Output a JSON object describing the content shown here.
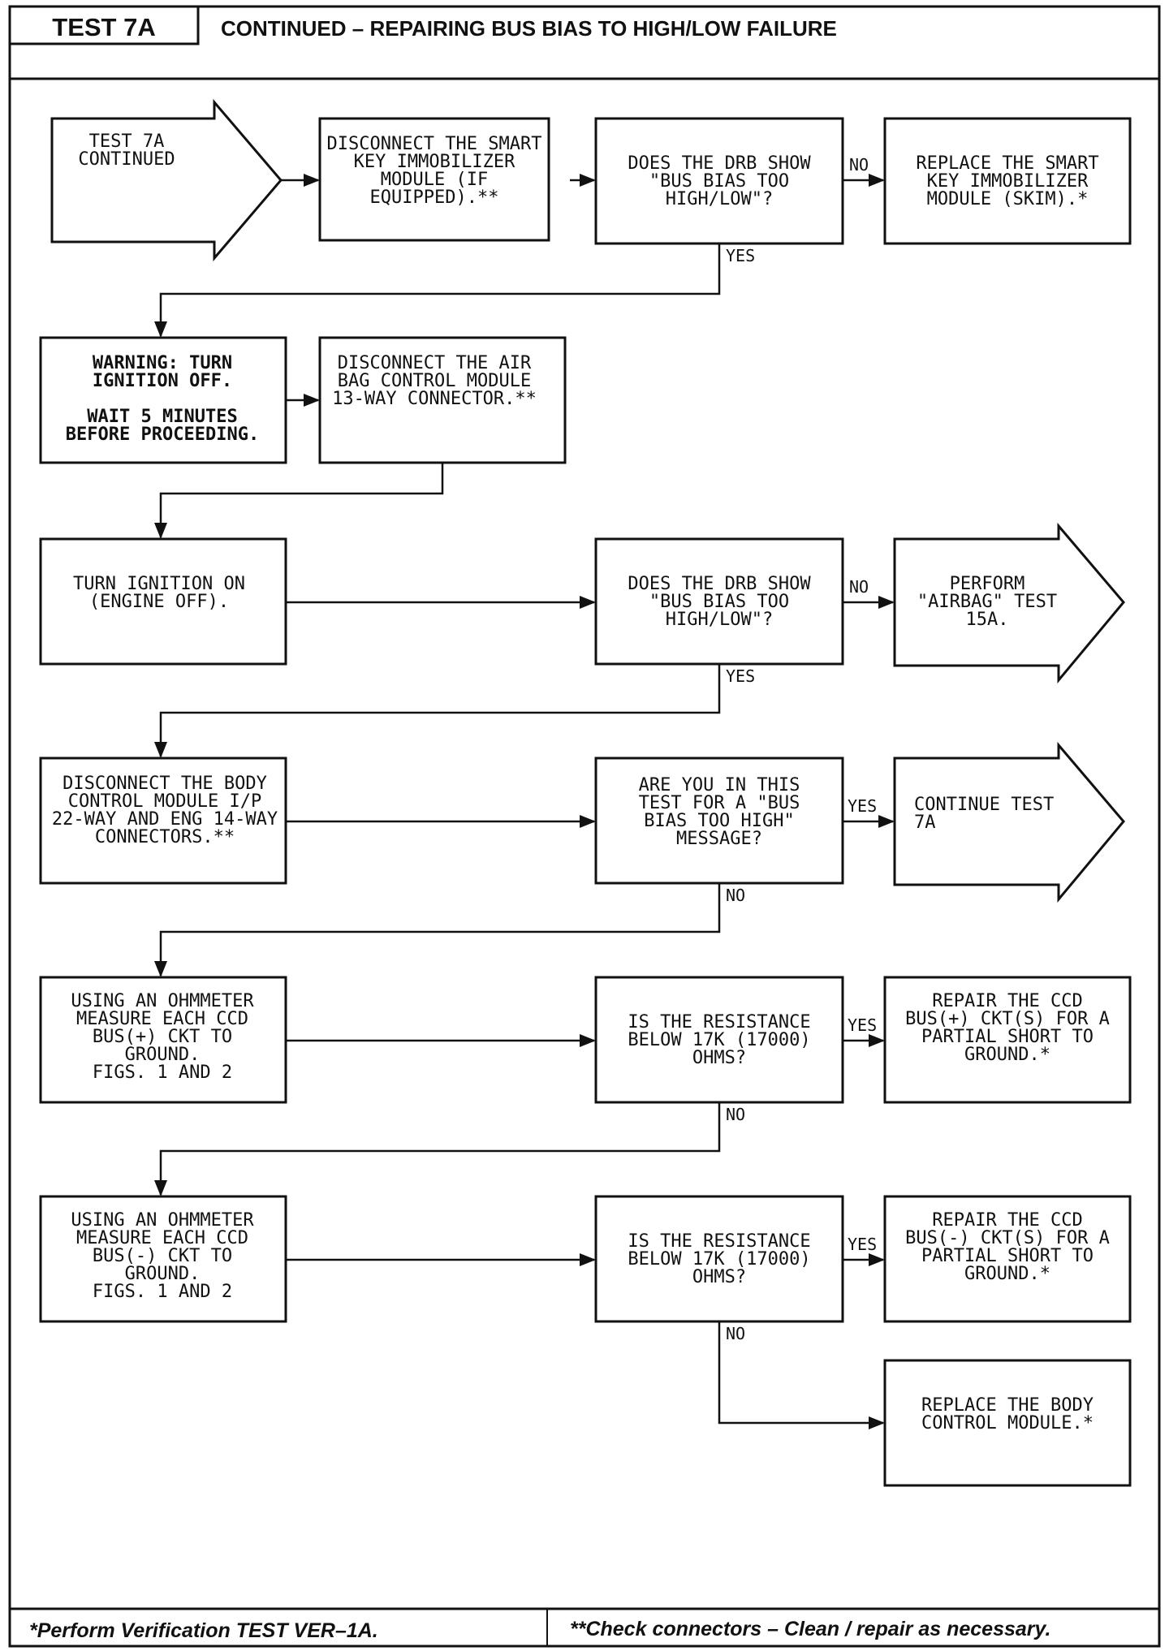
{
  "header": {
    "test_id": "TEST 7A",
    "title": "CONTINUED – REPAIRING BUS BIAS TO HIGH/LOW FAILURE"
  },
  "nodes": {
    "start": [
      "TEST 7A",
      "CONTINUED"
    ],
    "disconnect_skim": [
      "DISCONNECT THE SMART",
      "KEY IMMOBILIZER",
      "MODULE (IF",
      "EQUIPPED).**"
    ],
    "q_bus_bias_1": [
      "DOES THE DRB SHOW",
      "\"BUS BIAS TOO",
      "HIGH/LOW\"?"
    ],
    "replace_skim": [
      "REPLACE THE SMART",
      "KEY IMMOBILIZER",
      "MODULE (SKIM).*"
    ],
    "warning": [
      "WARNING: TURN",
      "IGNITION OFF.",
      "",
      "WAIT 5 MINUTES",
      "BEFORE PROCEEDING."
    ],
    "disconnect_airbag": [
      "DISCONNECT THE AIR",
      "BAG CONTROL MODULE",
      "13-WAY CONNECTOR.**"
    ],
    "ignition_on": [
      "TURN IGNITION ON",
      "(ENGINE OFF)."
    ],
    "q_bus_bias_2": [
      "DOES THE DRB SHOW",
      "\"BUS BIAS TOO",
      "HIGH/LOW\"?"
    ],
    "perform_airbag": [
      "PERFORM",
      "\"AIRBAG\" TEST",
      "15A."
    ],
    "disconnect_bcm": [
      "DISCONNECT THE BODY",
      "CONTROL MODULE I/P",
      "22-WAY AND ENG 14-WAY",
      "CONNECTORS.**"
    ],
    "q_too_high": [
      "ARE YOU IN THIS",
      "TEST FOR A \"BUS",
      "BIAS TOO HIGH\"",
      "MESSAGE?"
    ],
    "continue_7a": [
      "CONTINUE TEST",
      "7A"
    ],
    "measure_plus": [
      "USING AN OHMMETER",
      "MEASURE EACH CCD",
      "BUS(+) CKT TO",
      "GROUND.",
      "FIGS. 1 AND 2"
    ],
    "q_res_plus": [
      "IS THE RESISTANCE",
      "BELOW 17K (17000)",
      "OHMS?"
    ],
    "repair_plus": [
      "REPAIR THE CCD",
      "BUS(+) CKT(S) FOR A",
      "PARTIAL SHORT TO",
      "GROUND.*"
    ],
    "measure_minus": [
      "USING AN OHMMETER",
      "MEASURE EACH CCD",
      "BUS(-) CKT TO",
      "GROUND.",
      "FIGS. 1 AND 2"
    ],
    "q_res_minus": [
      "IS THE RESISTANCE",
      "BELOW 17K (17000)",
      "OHMS?"
    ],
    "repair_minus": [
      "REPAIR THE CCD",
      "BUS(-) CKT(S) FOR A",
      "PARTIAL SHORT TO",
      "GROUND.*"
    ],
    "replace_bcm": [
      "REPLACE THE BODY",
      "CONTROL MODULE.*"
    ]
  },
  "edge_labels": {
    "yes": "YES",
    "no": "NO"
  },
  "footer": {
    "left": "*Perform Verification TEST VER–1A.",
    "right": "**Check connectors – Clean / repair as necessary."
  }
}
